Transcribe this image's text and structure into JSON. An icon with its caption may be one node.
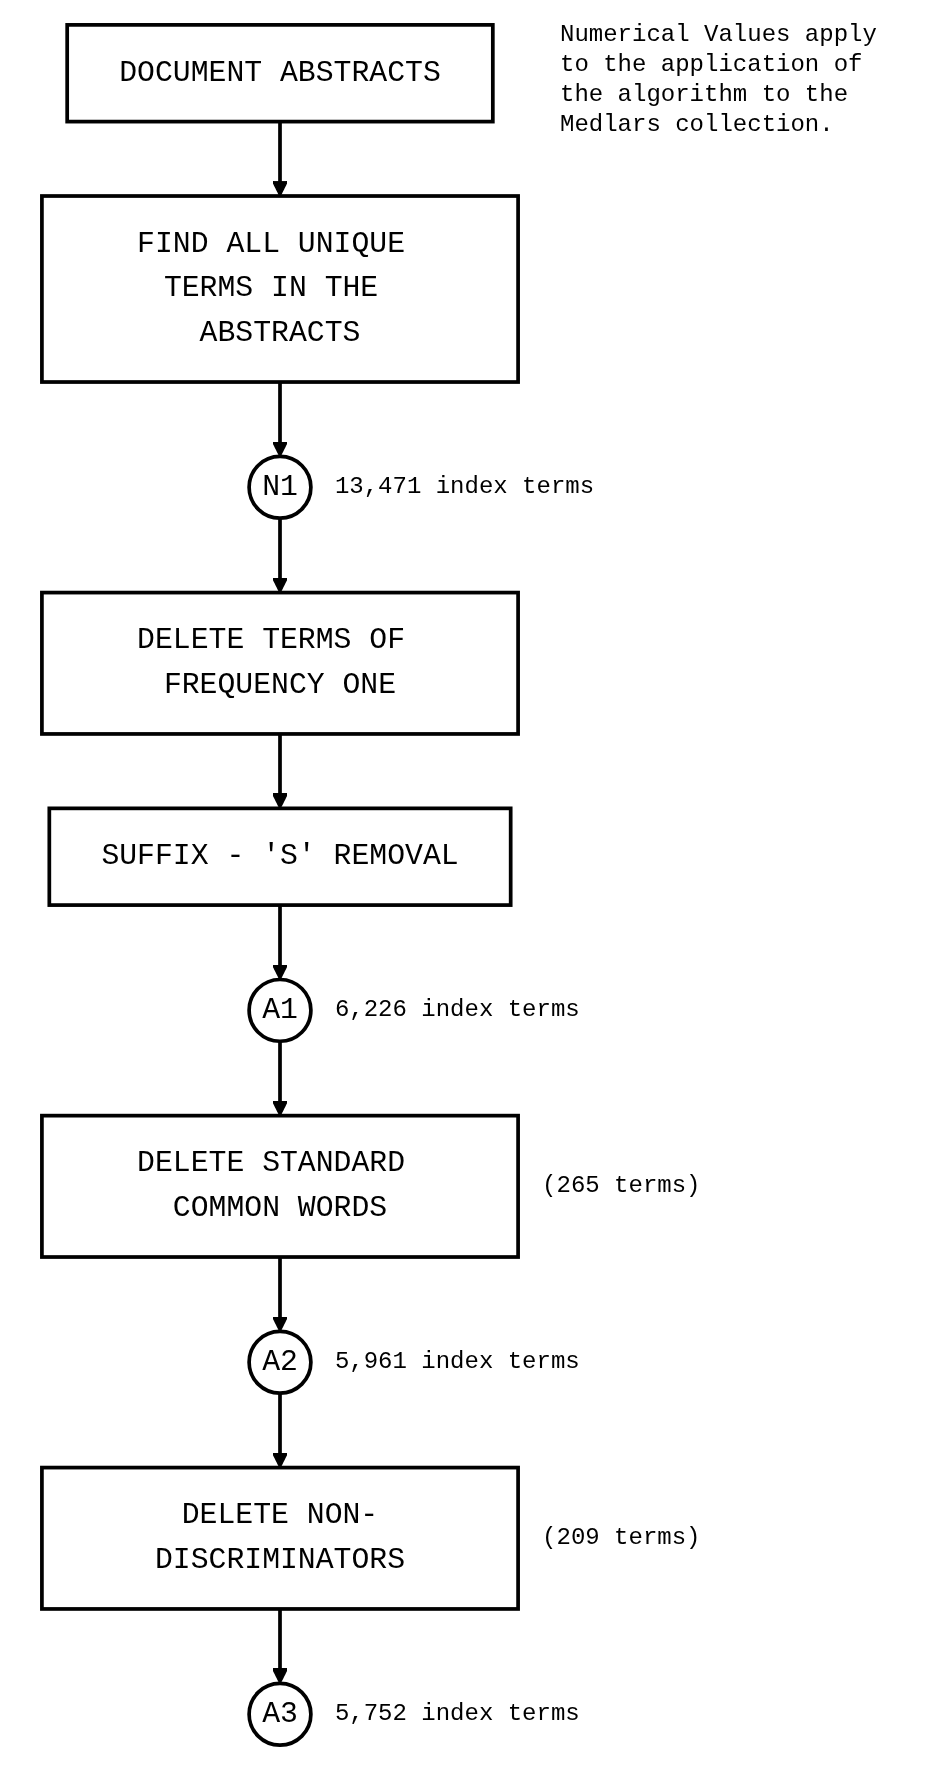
{
  "diagram": {
    "nodes": [
      {
        "text": [
          "DOCUMENT ABSTRACTS"
        ]
      },
      {
        "text": [
          "FIND ALL UNIQUE TERMS IN THE ABSTRACTS"
        ]
      },
      {
        "text": [
          "N1"
        ],
        "beside": [
          "13,471 index terms"
        ]
      },
      {
        "text": [
          "DELETE TERMS OF FREQUENCY ONE"
        ]
      },
      {
        "text": [
          "SUFFIX - 'S' REMOVAL"
        ]
      },
      {
        "text": [
          "A1"
        ],
        "beside": [
          "6,226 index terms"
        ]
      },
      {
        "text": [
          "DELETE STANDARD COMMON WORDS"
        ],
        "beside": [
          "(265 terms)"
        ]
      },
      {
        "text": [
          "A2"
        ],
        "beside": [
          "5,961 index terms"
        ]
      },
      {
        "text": [
          "DELETE NON-DISCRIMINATORS"
        ],
        "beside": [
          "(209 terms)"
        ]
      },
      {
        "text": [
          "A3"
        ],
        "beside": [
          "5,752 index terms"
        ]
      }
    ],
    "edges": [
      {
        "from": 0,
        "to": 1,
        "arrow": "to"
      },
      {
        "from": 1,
        "to": 2,
        "arrow": "to"
      },
      {
        "from": 2,
        "to": 3,
        "arrow": "to"
      },
      {
        "from": 3,
        "to": 4,
        "arrow": "to"
      },
      {
        "from": 4,
        "to": 5,
        "arrow": "to"
      },
      {
        "from": 5,
        "to": 6,
        "arrow": "to"
      },
      {
        "from": 6,
        "to": 7,
        "arrow": "to"
      },
      {
        "from": 7,
        "to": 8,
        "arrow": "to"
      },
      {
        "from": 8,
        "to": 9,
        "arrow": "to"
      }
    ],
    "labels": [
      "Numerical Values apply to the application of the algorithm to the Medlars collection."
    ]
  }
}
